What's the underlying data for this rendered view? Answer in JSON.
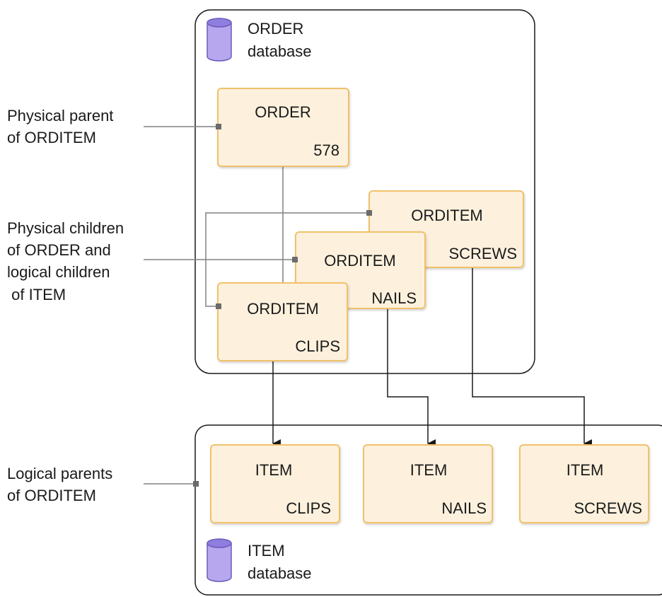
{
  "colors": {
    "segment_fill": "#fdf1dd",
    "segment_stroke": "#f1c16b",
    "database_icon": "#b7a7ef",
    "line": "#808080",
    "arrow": "#1a1a1a"
  },
  "order_database": {
    "icon": "database-icon",
    "label_line1": "ORDER",
    "label_line2": "database"
  },
  "item_database": {
    "icon": "database-icon",
    "label_line1": "ITEM",
    "label_line2": "database"
  },
  "segments": {
    "order": {
      "name": "ORDER",
      "key": "578"
    },
    "orditem_screws": {
      "name": "ORDITEM",
      "key": "SCREWS"
    },
    "orditem_nails": {
      "name": "ORDITEM",
      "key": "NAILS"
    },
    "orditem_clips": {
      "name": "ORDITEM",
      "key": "CLIPS"
    },
    "item_clips": {
      "name": "ITEM",
      "key": "CLIPS"
    },
    "item_nails": {
      "name": "ITEM",
      "key": "NAILS"
    },
    "item_screws": {
      "name": "ITEM",
      "key": "SCREWS"
    }
  },
  "callouts": {
    "physical_parent": [
      "Physical parent",
      "of ORDITEM"
    ],
    "physical_children": [
      "Physical children",
      "of ORDER and",
      "logical children",
      " of ITEM"
    ],
    "logical_parents": [
      "Logical parents",
      "of ORDITEM"
    ]
  }
}
